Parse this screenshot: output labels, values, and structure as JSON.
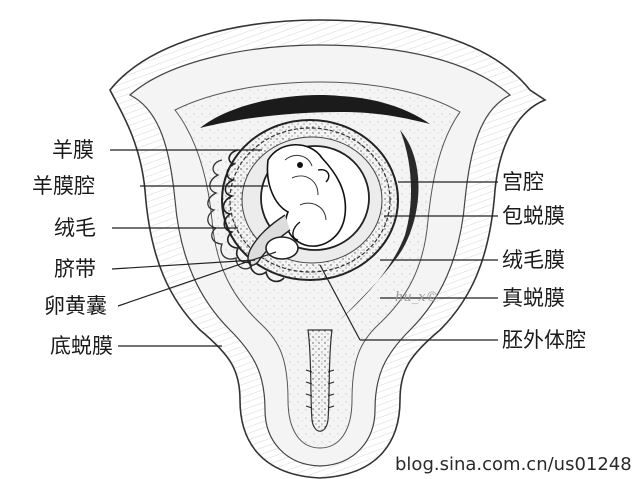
{
  "labels_left": [
    {
      "id": "amnion",
      "text": "羊膜"
    },
    {
      "id": "amniotic-cavity",
      "text": "羊膜腔"
    },
    {
      "id": "villi",
      "text": "绒毛"
    },
    {
      "id": "umbilical-cord",
      "text": "脐带"
    },
    {
      "id": "yolk-sac",
      "text": "卵黄囊"
    },
    {
      "id": "decidua-basalis",
      "text": "底蜕膜"
    }
  ],
  "labels_right": [
    {
      "id": "uterine-cavity",
      "text": "宫腔"
    },
    {
      "id": "decidua-capsularis",
      "text": "包蜕膜"
    },
    {
      "id": "chorion",
      "text": "绒毛膜"
    },
    {
      "id": "decidua-vera",
      "text": "真蜕膜"
    },
    {
      "id": "extraembryonic-coelom",
      "text": "胚外体腔"
    }
  ],
  "watermark": "blog.sina.com.cn/us01248",
  "logo_mark": "hu_x©"
}
